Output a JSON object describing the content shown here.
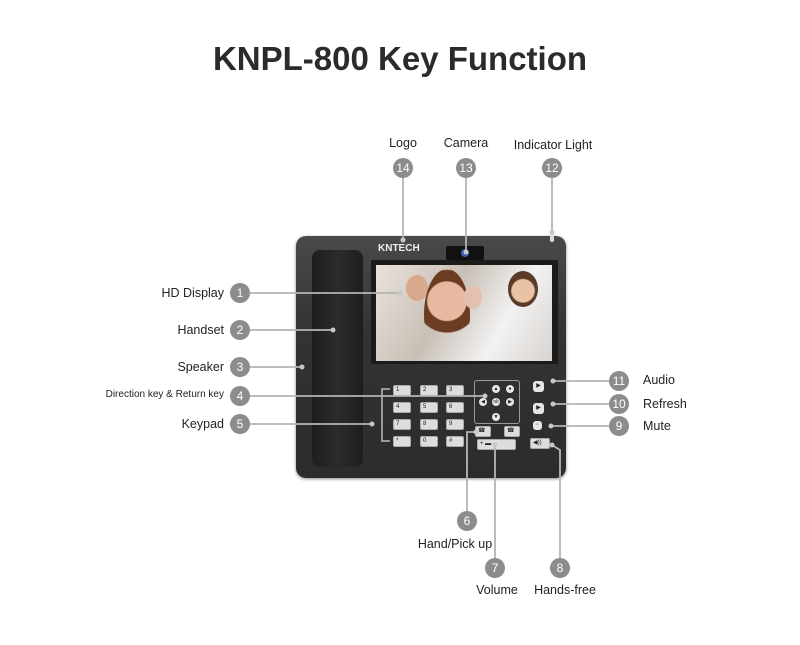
{
  "title": "KNPL-800 Key Function",
  "brand": "KNTECH",
  "callouts": [
    {
      "num": "1",
      "label": "HD Display"
    },
    {
      "num": "2",
      "label": "Handset"
    },
    {
      "num": "3",
      "label": "Speaker"
    },
    {
      "num": "4",
      "label": "Direction key & Return key"
    },
    {
      "num": "5",
      "label": "Keypad"
    },
    {
      "num": "6",
      "label": "Hand/Pick up"
    },
    {
      "num": "7",
      "label": "Volume"
    },
    {
      "num": "8",
      "label": "Hands-free"
    },
    {
      "num": "9",
      "label": "Mute"
    },
    {
      "num": "10",
      "label": "Refresh"
    },
    {
      "num": "11",
      "label": "Audio"
    },
    {
      "num": "12",
      "label": "Indicator Light"
    },
    {
      "num": "13",
      "label": "Camera"
    },
    {
      "num": "14",
      "label": "Logo"
    }
  ],
  "keypad": [
    "1",
    "2",
    "3",
    "4",
    "5",
    "6",
    "7",
    "8",
    "9",
    "*",
    "0",
    "#"
  ],
  "accent": "#8c8c8c"
}
